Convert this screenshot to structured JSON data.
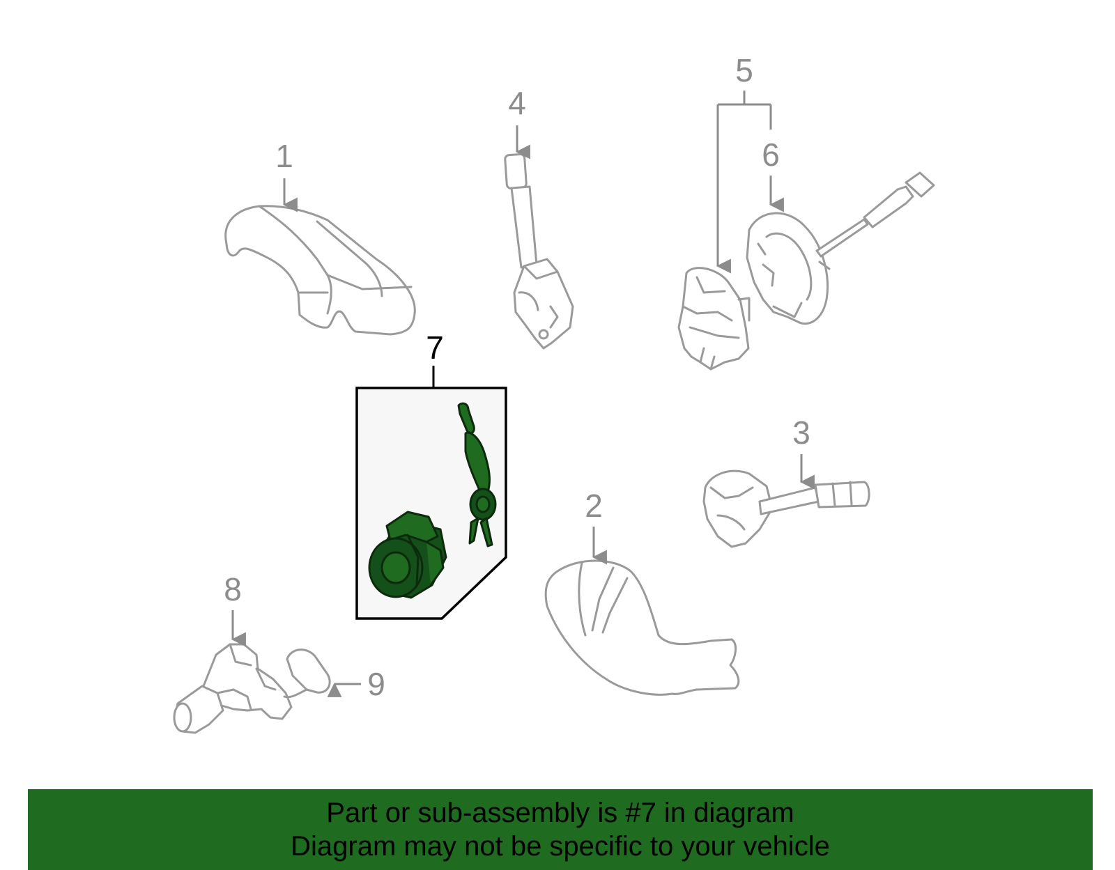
{
  "callouts": {
    "c1": "1",
    "c2": "2",
    "c3": "3",
    "c4": "4",
    "c5": "5",
    "c6": "6",
    "c7": "7",
    "c8": "8",
    "c9": "9"
  },
  "banner": {
    "line1": "Part or sub-assembly is #7 in diagram",
    "line2": "Diagram may not be specific to your vehicle"
  },
  "colors": {
    "highlight": "#1f6b1f",
    "parts_outline": "#9a9a9a",
    "callout_text": "#8c8c8c",
    "highlight_box_fill": "#f7f7f7"
  }
}
